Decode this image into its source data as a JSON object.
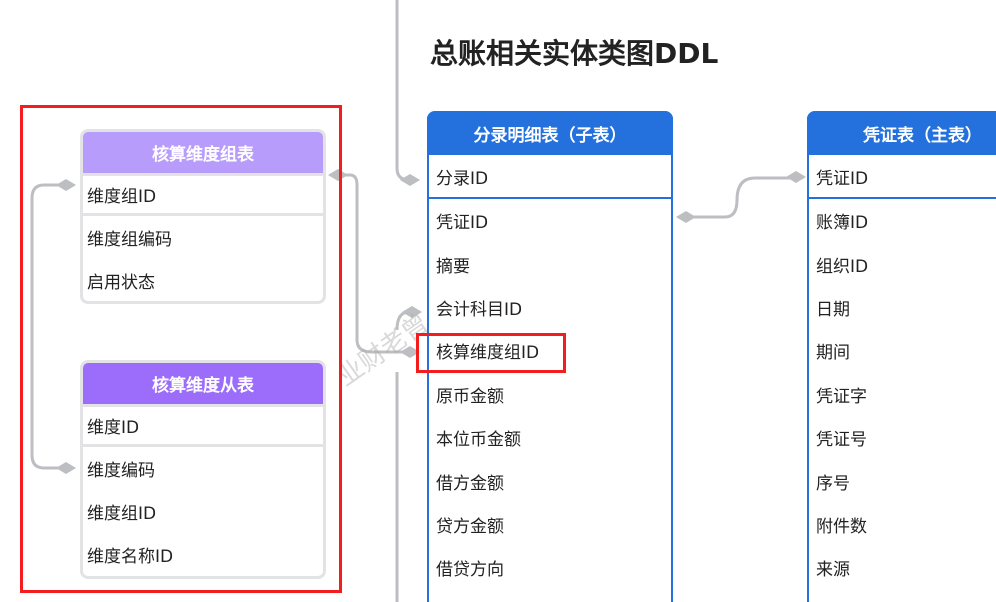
{
  "title": "总账相关实体类图DDL",
  "watermark": "业财老曾",
  "colors": {
    "blue": "#2471de",
    "purple_light": "#b89cfb",
    "purple": "#9b6dfa",
    "highlight": "#f41d1d",
    "connector": "#bdbec2"
  },
  "tables": {
    "dim_group": {
      "title": "核算维度组表",
      "fields": [
        "维度组ID",
        "维度组编码",
        "启用状态"
      ]
    },
    "dim_item": {
      "title": "核算维度从表",
      "fields": [
        "维度ID",
        "维度编码",
        "维度组ID",
        "维度名称ID"
      ]
    },
    "entry": {
      "title": "分录明细表（子表）",
      "fields": [
        "分录ID",
        "凭证ID",
        "摘要",
        "会计科目ID",
        "核算维度组ID",
        "原币金额",
        "本位币金额",
        "借方金额",
        "贷方金额",
        "借贷方向"
      ]
    },
    "voucher": {
      "title": "凭证表（主表）",
      "fields": [
        "凭证ID",
        "账簿ID",
        "组织ID",
        "日期",
        "期间",
        "凭证字",
        "凭证号",
        "序号",
        "附件数",
        "来源"
      ]
    }
  }
}
